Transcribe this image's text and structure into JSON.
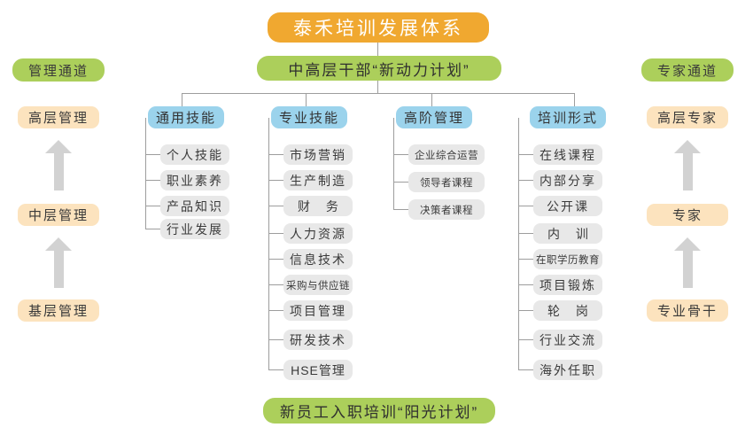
{
  "title": "泰禾培训发展体系",
  "colors": {
    "top_banner": "#F0A830",
    "green_banner": "#ACCF5B",
    "ladder_box": "#FCE3BE",
    "category_header": "#9BD3EC",
    "leaf_box": "#E8E8E8",
    "connector": "#9D9D9D",
    "arrow": "#D2D2D2"
  },
  "banners": {
    "top": "泰禾培训发展体系",
    "sub": "中高层干部“新动力计划”",
    "bottom": "新员工入职培训“阳光计划”"
  },
  "left_channel": {
    "head": "管理通道",
    "levels": [
      "高层管理",
      "中层管理",
      "基层管理"
    ]
  },
  "right_channel": {
    "head": "专家通道",
    "levels": [
      "高层专家",
      "专家",
      "专业骨干"
    ]
  },
  "categories": [
    {
      "header": "通用技能",
      "items": [
        "个人技能",
        "职业素养",
        "产品知识",
        "行业发展"
      ]
    },
    {
      "header": "专业技能",
      "items": [
        "市场营销",
        "生产制造",
        "财 务",
        "人力资源",
        "信息技术",
        "采购与供应链",
        "项目管理",
        "研发技术",
        "HSE管理"
      ]
    },
    {
      "header": "高阶管理",
      "items": [
        "企业综合运营",
        "领导者课程",
        "决策者课程"
      ]
    },
    {
      "header": "培训形式",
      "items": [
        "在线课程",
        "内部分享",
        "公开课",
        "内 训",
        "在职学历教育",
        "项目锻炼",
        "轮 岗",
        "行业交流",
        "海外任职"
      ]
    }
  ]
}
